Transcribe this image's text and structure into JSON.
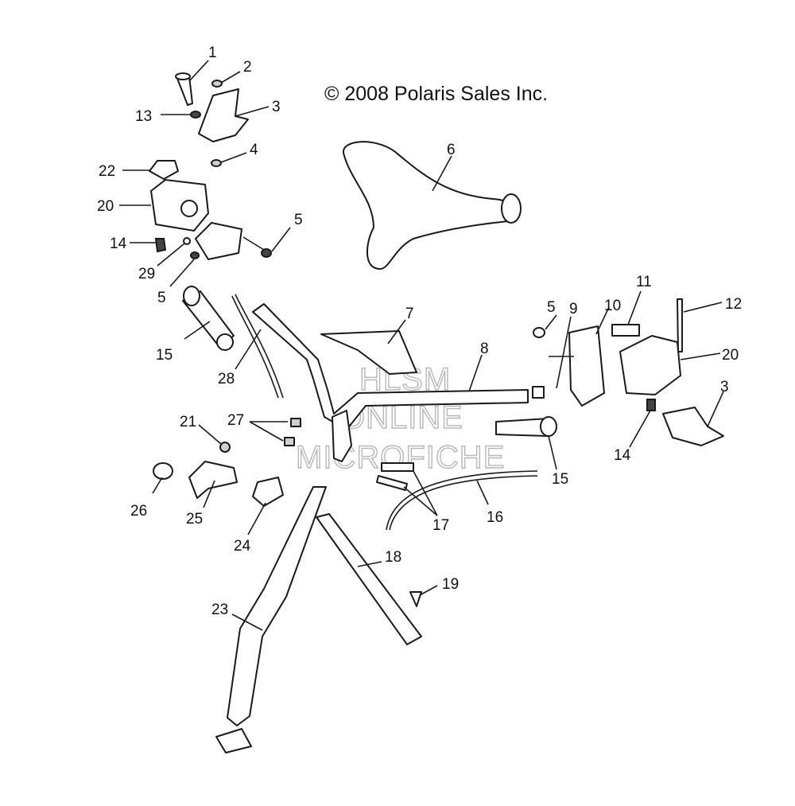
{
  "copyright": "© 2008 Polaris Sales Inc.",
  "watermark": [
    "HLSM",
    "ONLINE",
    "MICROFICHE"
  ],
  "callouts": [
    "1",
    "2",
    "3",
    "13",
    "4",
    "22",
    "20",
    "14",
    "29",
    "5",
    "5",
    "6",
    "7",
    "8",
    "5",
    "9",
    "10",
    "11",
    "12",
    "20",
    "3",
    "14",
    "15",
    "28",
    "15",
    "27",
    "21",
    "26",
    "25",
    "24",
    "17",
    "16",
    "18",
    "19",
    "23"
  ],
  "colors": {
    "line": "#1a1a1a",
    "watermark": "#b8b8b8",
    "background": "#ffffff"
  }
}
